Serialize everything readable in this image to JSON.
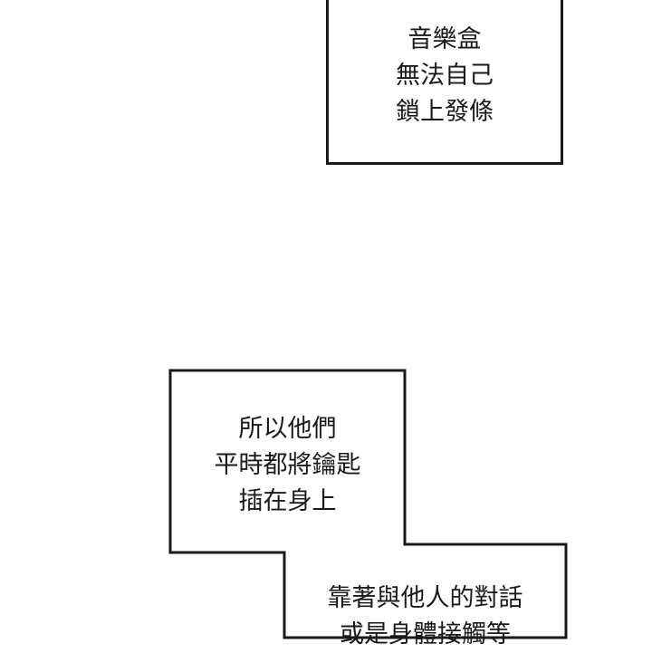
{
  "panels": [
    {
      "lines": [
        "音樂盒",
        "無法自己",
        "鎖上發條"
      ]
    },
    {
      "lines": [
        "所以他們",
        "平時都將鑰匙",
        "插在身上"
      ]
    },
    {
      "lines": [
        "靠著與他人的對話",
        "或是身體接觸等"
      ]
    }
  ],
  "colors": {
    "border": "#1a1a1a",
    "background": "#ffffff"
  }
}
